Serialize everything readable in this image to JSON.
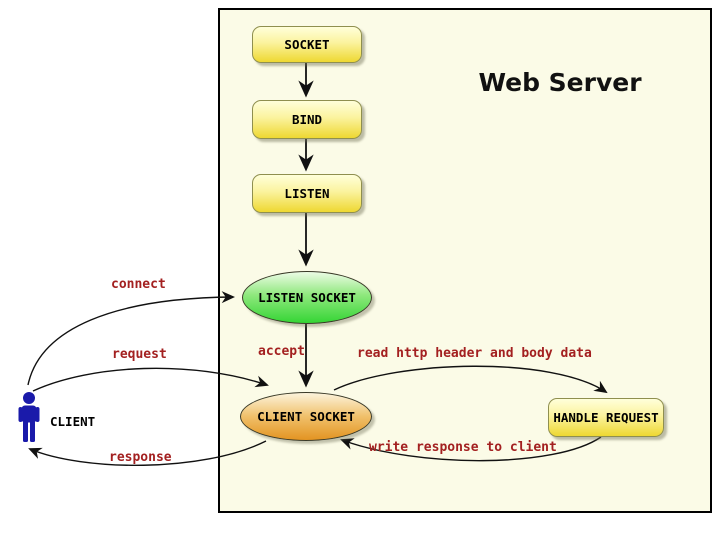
{
  "title": "Web Server",
  "client_label": "CLIENT",
  "nodes": {
    "socket": "SOCKET",
    "bind": "BIND",
    "listen": "LISTEN",
    "listen_socket": "LISTEN SOCKET",
    "client_socket": "CLIENT SOCKET",
    "handle_request": "HANDLE REQUEST"
  },
  "edges": {
    "connect": "connect",
    "request": "request",
    "response": "response",
    "accept": "accept",
    "read": "read http header and body data",
    "write": "write response to client"
  },
  "colors": {
    "page_bg": "#ffffff",
    "server_bg": "#fbfbe7",
    "server_border": "#000000",
    "box_gradient_top": "#ffffda",
    "box_gradient_bottom": "#eed832",
    "box_border": "#8f8f4f",
    "green_gradient_top": "#ecfce6",
    "green_gradient_bottom": "#35d535",
    "orange_gradient_top": "#fcf3dc",
    "orange_gradient_bottom": "#e39422",
    "edge_label_red": "#a32020",
    "client_person_blue": "#1a1aaa",
    "arrow_black": "#111111"
  }
}
